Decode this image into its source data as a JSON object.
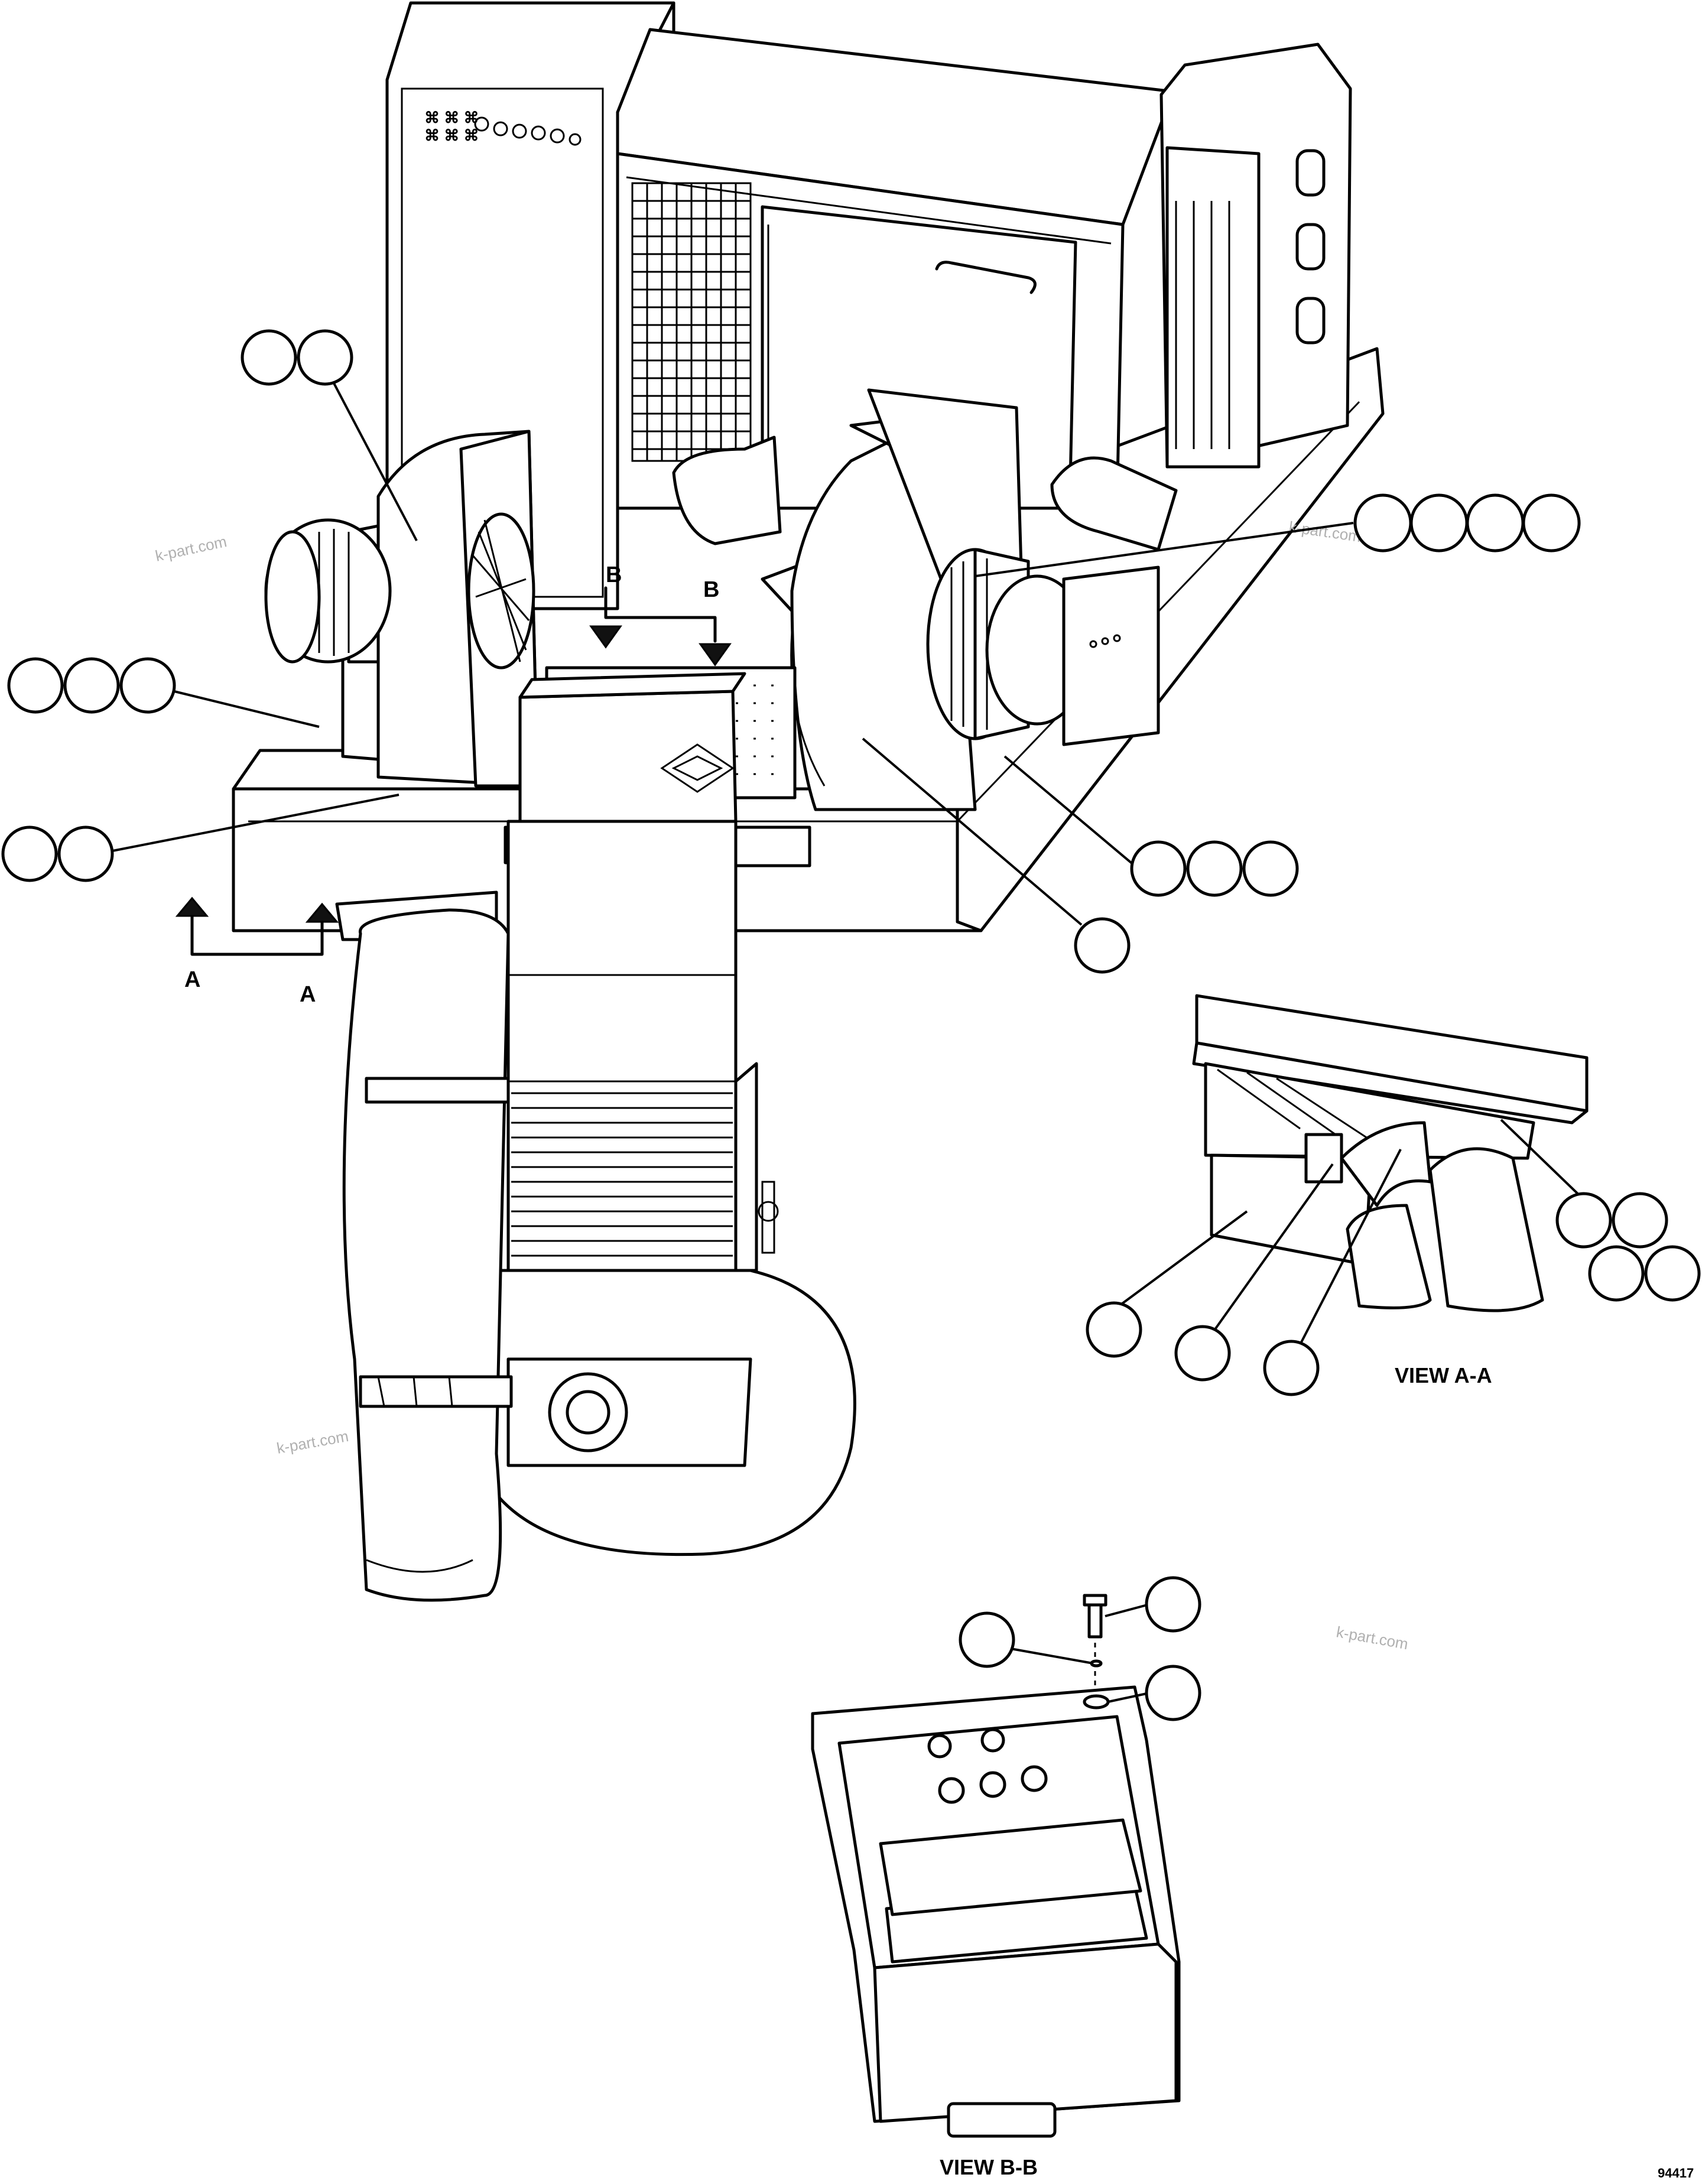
{
  "section_markers": {
    "a_left": "A",
    "a_right": "A",
    "b_left": "B",
    "b_right": "B"
  },
  "view_labels": {
    "view_a": "VIEW A-A",
    "view_b": "VIEW B-B"
  },
  "figure_code": "94417",
  "watermark": "k-part.com",
  "callout_groups": [
    {
      "id": "blower-left",
      "bubble_count": 2
    },
    {
      "id": "motor-right",
      "bubble_count": 4
    },
    {
      "id": "base-left",
      "bubble_count": 3
    },
    {
      "id": "rail-left",
      "bubble_count": 2
    },
    {
      "id": "mount-right",
      "bubble_count": 3
    },
    {
      "id": "duct-right",
      "bubble_count": 1
    },
    {
      "id": "view-a-right",
      "bubble_count": 4
    },
    {
      "id": "view-a-box",
      "bubble_count": 1
    },
    {
      "id": "view-a-duct",
      "bubble_count": 1
    },
    {
      "id": "view-a-hose",
      "bubble_count": 1
    },
    {
      "id": "view-b-bolt",
      "bubble_count": 1
    },
    {
      "id": "view-b-washer",
      "bubble_count": 1
    },
    {
      "id": "view-b-lockwasher",
      "bubble_count": 1
    }
  ]
}
